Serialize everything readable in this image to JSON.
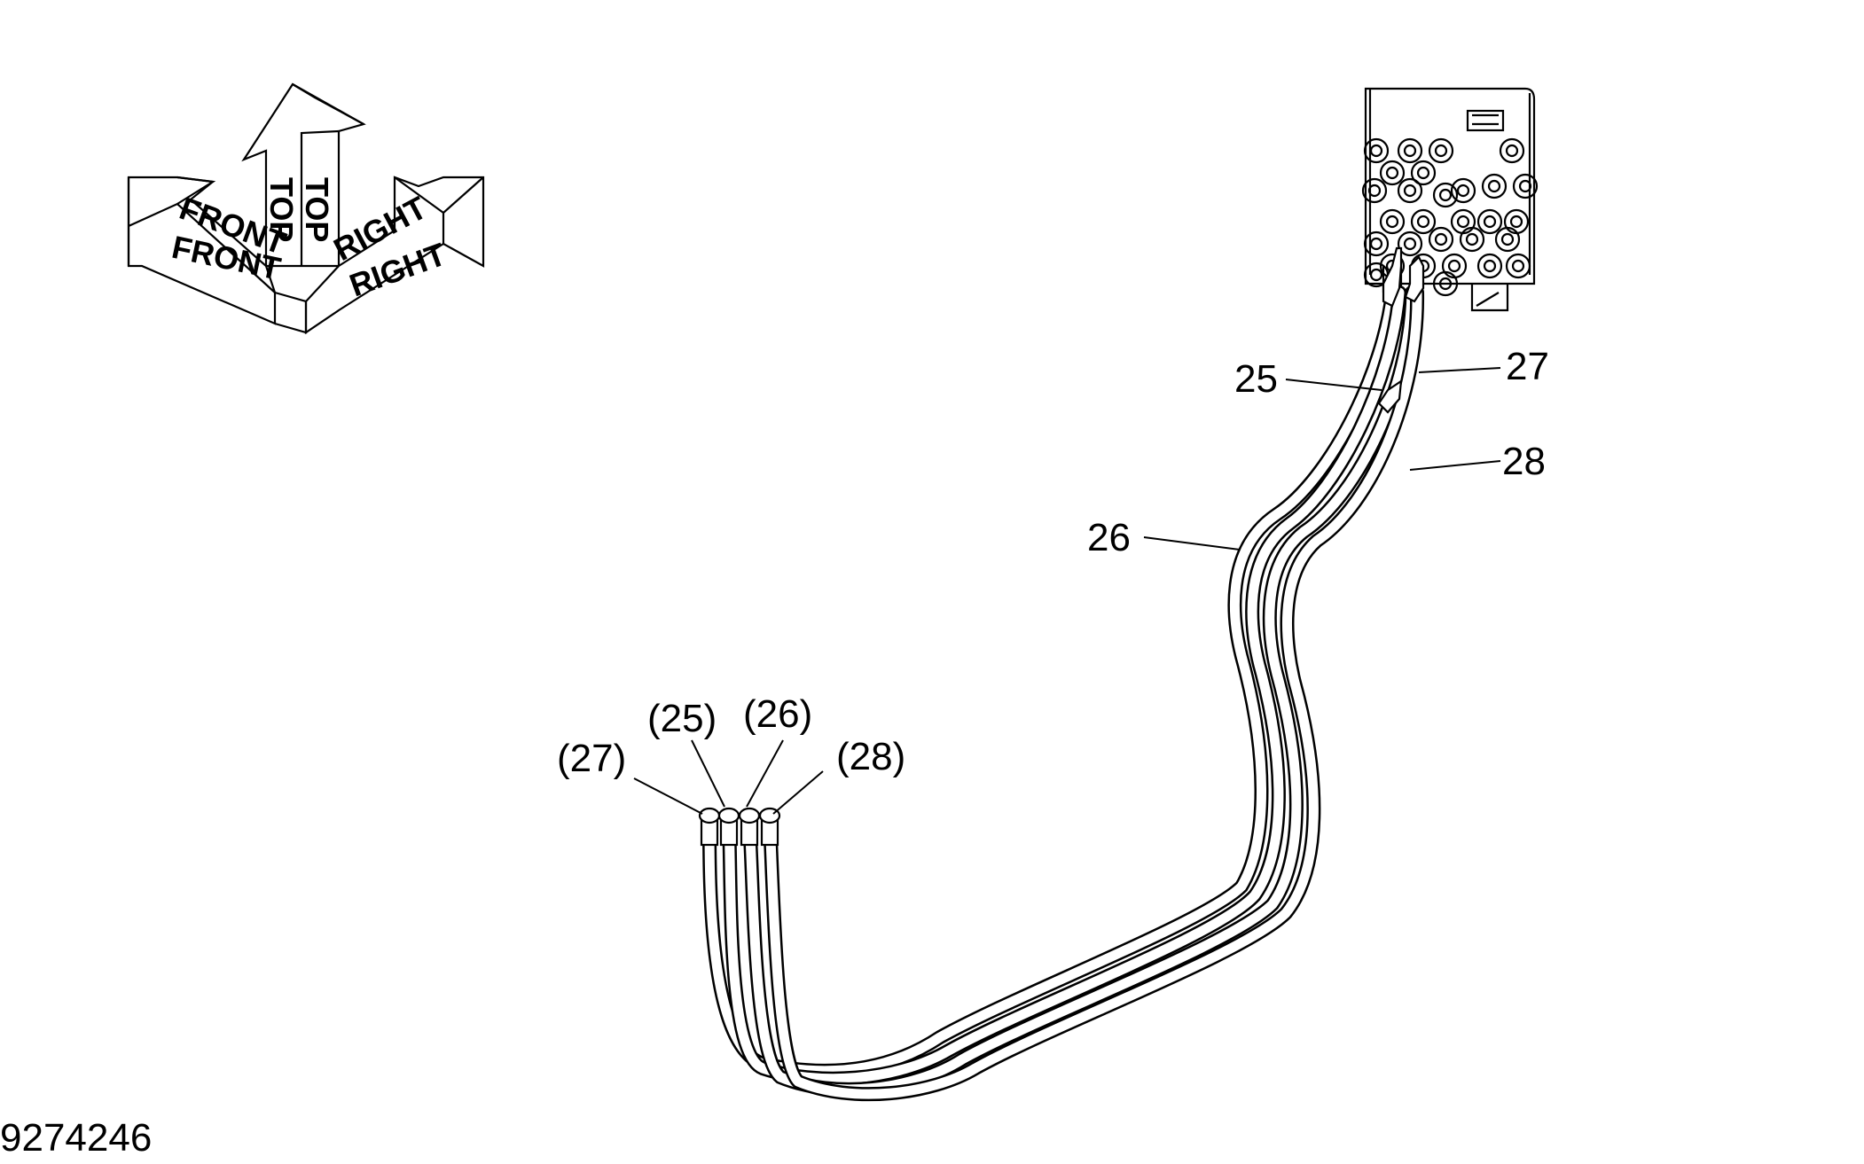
{
  "orientation": {
    "top_label": "TOP",
    "front_label": "FRONT",
    "right_label": "RIGHT"
  },
  "callouts": {
    "c25": "25",
    "c26": "26",
    "c27": "27",
    "c28": "28",
    "p27": "(27)",
    "p25": "(25)",
    "p26": "(26)",
    "p28": "(28)"
  },
  "drawing_number": "9274246",
  "colors": {
    "line": "#000000",
    "background": "#ffffff"
  }
}
